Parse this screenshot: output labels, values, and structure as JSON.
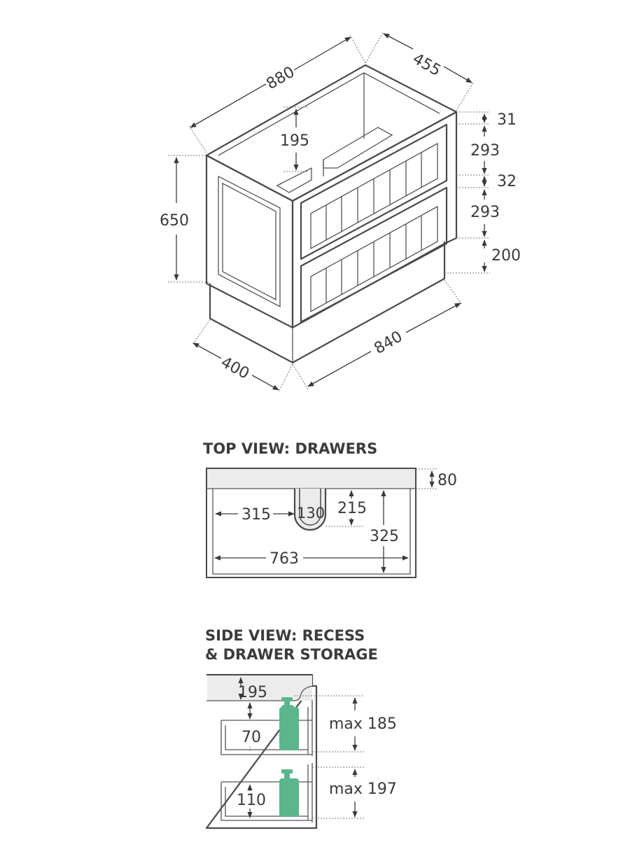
{
  "iso_view": {
    "width_top": "880",
    "depth_top": "455",
    "height": "650",
    "recess": "195",
    "top_rail": "31",
    "drawer_upper": "293",
    "gap": "32",
    "drawer_lower": "293",
    "plinth": "200",
    "base_depth": "400",
    "base_width": "840"
  },
  "top_view": {
    "heading": "TOP VIEW: DRAWERS",
    "back_depth": "80",
    "left_offset": "315",
    "cutout_width": "130",
    "cutout_depth": "215",
    "drawer_depth": "325",
    "drawer_width": "763"
  },
  "side_view": {
    "heading_line1": "SIDE VIEW: RECESS",
    "heading_line2": "& DRAWER STORAGE",
    "recess": "195",
    "upper_drawer_depth": "70",
    "upper_max": "max 185",
    "lower_drawer_depth": "110",
    "lower_max": "max 197"
  },
  "colors": {
    "line": "#4a4a4a",
    "bottle": "#5bb58d",
    "panel_fill": "#f7f7f7"
  }
}
